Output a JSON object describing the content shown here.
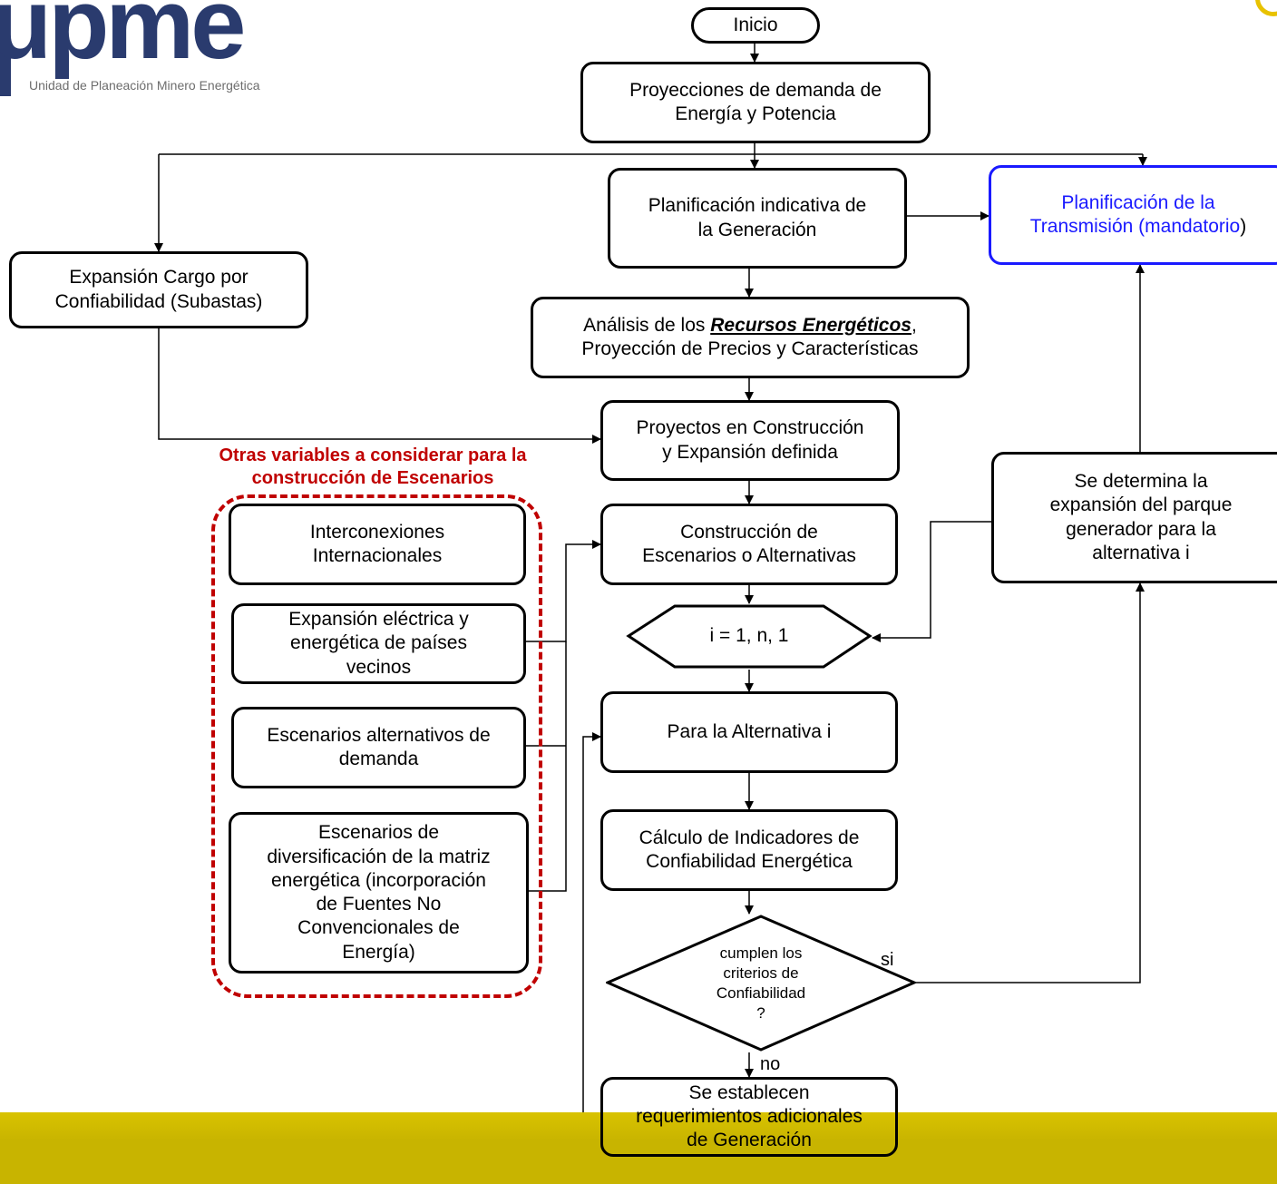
{
  "logo": {
    "mark": "upme",
    "subtitle": "Unidad de Planeación Minero Energética"
  },
  "colors": {
    "footer": "#c8b400",
    "accent_red": "#c00000",
    "blue_node": "#1a1aff",
    "logo": "#2a3b6e"
  },
  "nodes": {
    "inicio": "Inicio",
    "proyecciones": [
      "Proyecciones de demanda de",
      "Energía y Potencia"
    ],
    "planificacion_generacion": [
      "Planificación indicativa de",
      "la Generación"
    ],
    "planificacion_transmision": {
      "line1": "Planificación de la",
      "line2_main": "Transmisión (mandatorio",
      "line2_tail": ")"
    },
    "expansion_cargo": [
      "Expansión Cargo por",
      "Confiabilidad (Subastas)"
    ],
    "analisis_recursos": {
      "prefix": "Análisis de los ",
      "emphasis": "Recursos Energéticos",
      "suffix": ",",
      "line2": "Proyección de Precios y Características"
    },
    "proyectos_construccion": [
      "Proyectos en Construcción",
      "y Expansión definida"
    ],
    "construccion_escenarios": [
      "Construcción de",
      "Escenarios o Alternativas"
    ],
    "loop": "i = 1, n, 1",
    "para_alternativa": "Para la Alternativa i",
    "calculo_indicadores": [
      "Cálculo de Indicadores de",
      "Confiabilidad Energética"
    ],
    "decision": [
      "cumplen los",
      "criterios de",
      "Confiabilidad",
      "?"
    ],
    "se_establecen": [
      "Se establecen",
      "requerimientos adicionales",
      "de Generación"
    ],
    "se_determina": [
      "Se determina la",
      "expansión  del parque",
      "generador para la",
      "alternativa i"
    ]
  },
  "group": {
    "title": [
      "Otras variables a considerar para la",
      "construcción de Escenarios"
    ],
    "items": [
      [
        "Interconexiones",
        "Internacionales"
      ],
      [
        "Expansión eléctrica y",
        "energética de países",
        "vecinos"
      ],
      [
        "Escenarios alternativos de",
        "demanda"
      ],
      [
        "Escenarios de",
        "diversificación de la matriz",
        "energética (incorporación",
        "de Fuentes No",
        "Convencionales de",
        "Energía)"
      ]
    ]
  },
  "edge_labels": {
    "yes": "si",
    "no": "no"
  }
}
